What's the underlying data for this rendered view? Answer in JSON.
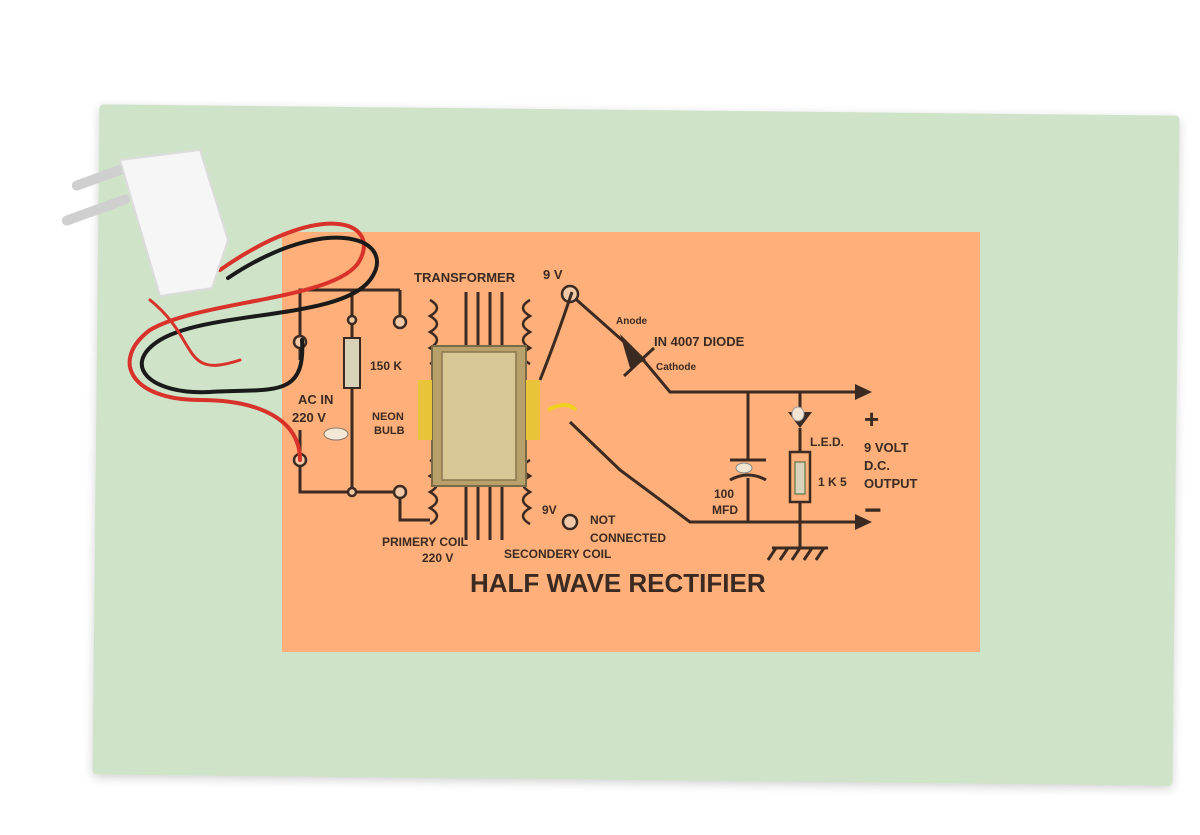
{
  "board": {
    "title": "HALF WAVE RECTIFIER",
    "transformer_label": "TRANSFORMER",
    "top_tap_label": "9 V",
    "bottom_tap_label": "9V",
    "anode_label": "Anode",
    "diode_label": "IN 4007 DIODE",
    "cathode_label": "Cathode",
    "resistor_label": "150 K",
    "ac_in_label": "AC IN",
    "ac_voltage_label": "220 V",
    "neon_label": "NEON",
    "bulb_label": "BULB",
    "primary_label": "PRIMERY COIL",
    "primary_voltage_label": "220 V",
    "secondary_label": "SECONDERY COIL",
    "not_label": "NOT",
    "connected_label": "CONNECTED",
    "capacitor_value_label": "100",
    "capacitor_unit_label": "MFD",
    "led_label": "L.E.D.",
    "load_resistor_label": "1 K 5",
    "plus_label": "+",
    "minus_label": "−",
    "output_line1": "9 VOLT",
    "output_line2": "D.C.",
    "output_line3": "OUTPUT"
  },
  "colors": {
    "board": "#cfe3c8",
    "sheet": "#ffb07a",
    "ink": "#3a2a22",
    "transformer_core": "#b8a06a",
    "wire_red": "#d8322a",
    "wire_black": "#1a1a1a"
  }
}
